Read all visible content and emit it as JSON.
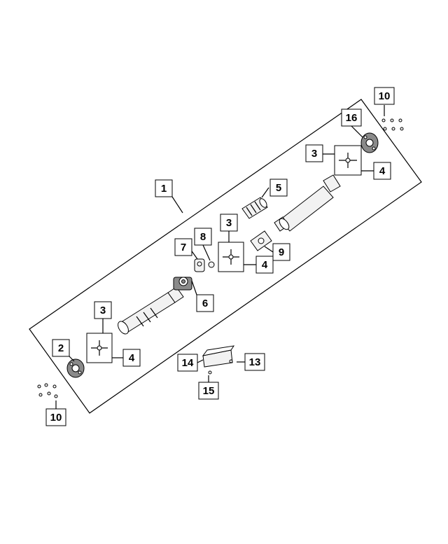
{
  "diagram": {
    "callouts": [
      {
        "id": "c1",
        "label": "1"
      },
      {
        "id": "c2",
        "label": "2"
      },
      {
        "id": "c3a",
        "label": "3"
      },
      {
        "id": "c3b",
        "label": "3"
      },
      {
        "id": "c3c",
        "label": "3"
      },
      {
        "id": "c4a",
        "label": "4"
      },
      {
        "id": "c4b",
        "label": "4"
      },
      {
        "id": "c4c",
        "label": "4"
      },
      {
        "id": "c5",
        "label": "5"
      },
      {
        "id": "c6",
        "label": "6"
      },
      {
        "id": "c7",
        "label": "7"
      },
      {
        "id": "c8",
        "label": "8"
      },
      {
        "id": "c9",
        "label": "9"
      },
      {
        "id": "c10a",
        "label": "10"
      },
      {
        "id": "c10b",
        "label": "10"
      },
      {
        "id": "c13",
        "label": "13"
      },
      {
        "id": "c14",
        "label": "14"
      },
      {
        "id": "c15",
        "label": "15"
      },
      {
        "id": "c16",
        "label": "16"
      }
    ]
  }
}
